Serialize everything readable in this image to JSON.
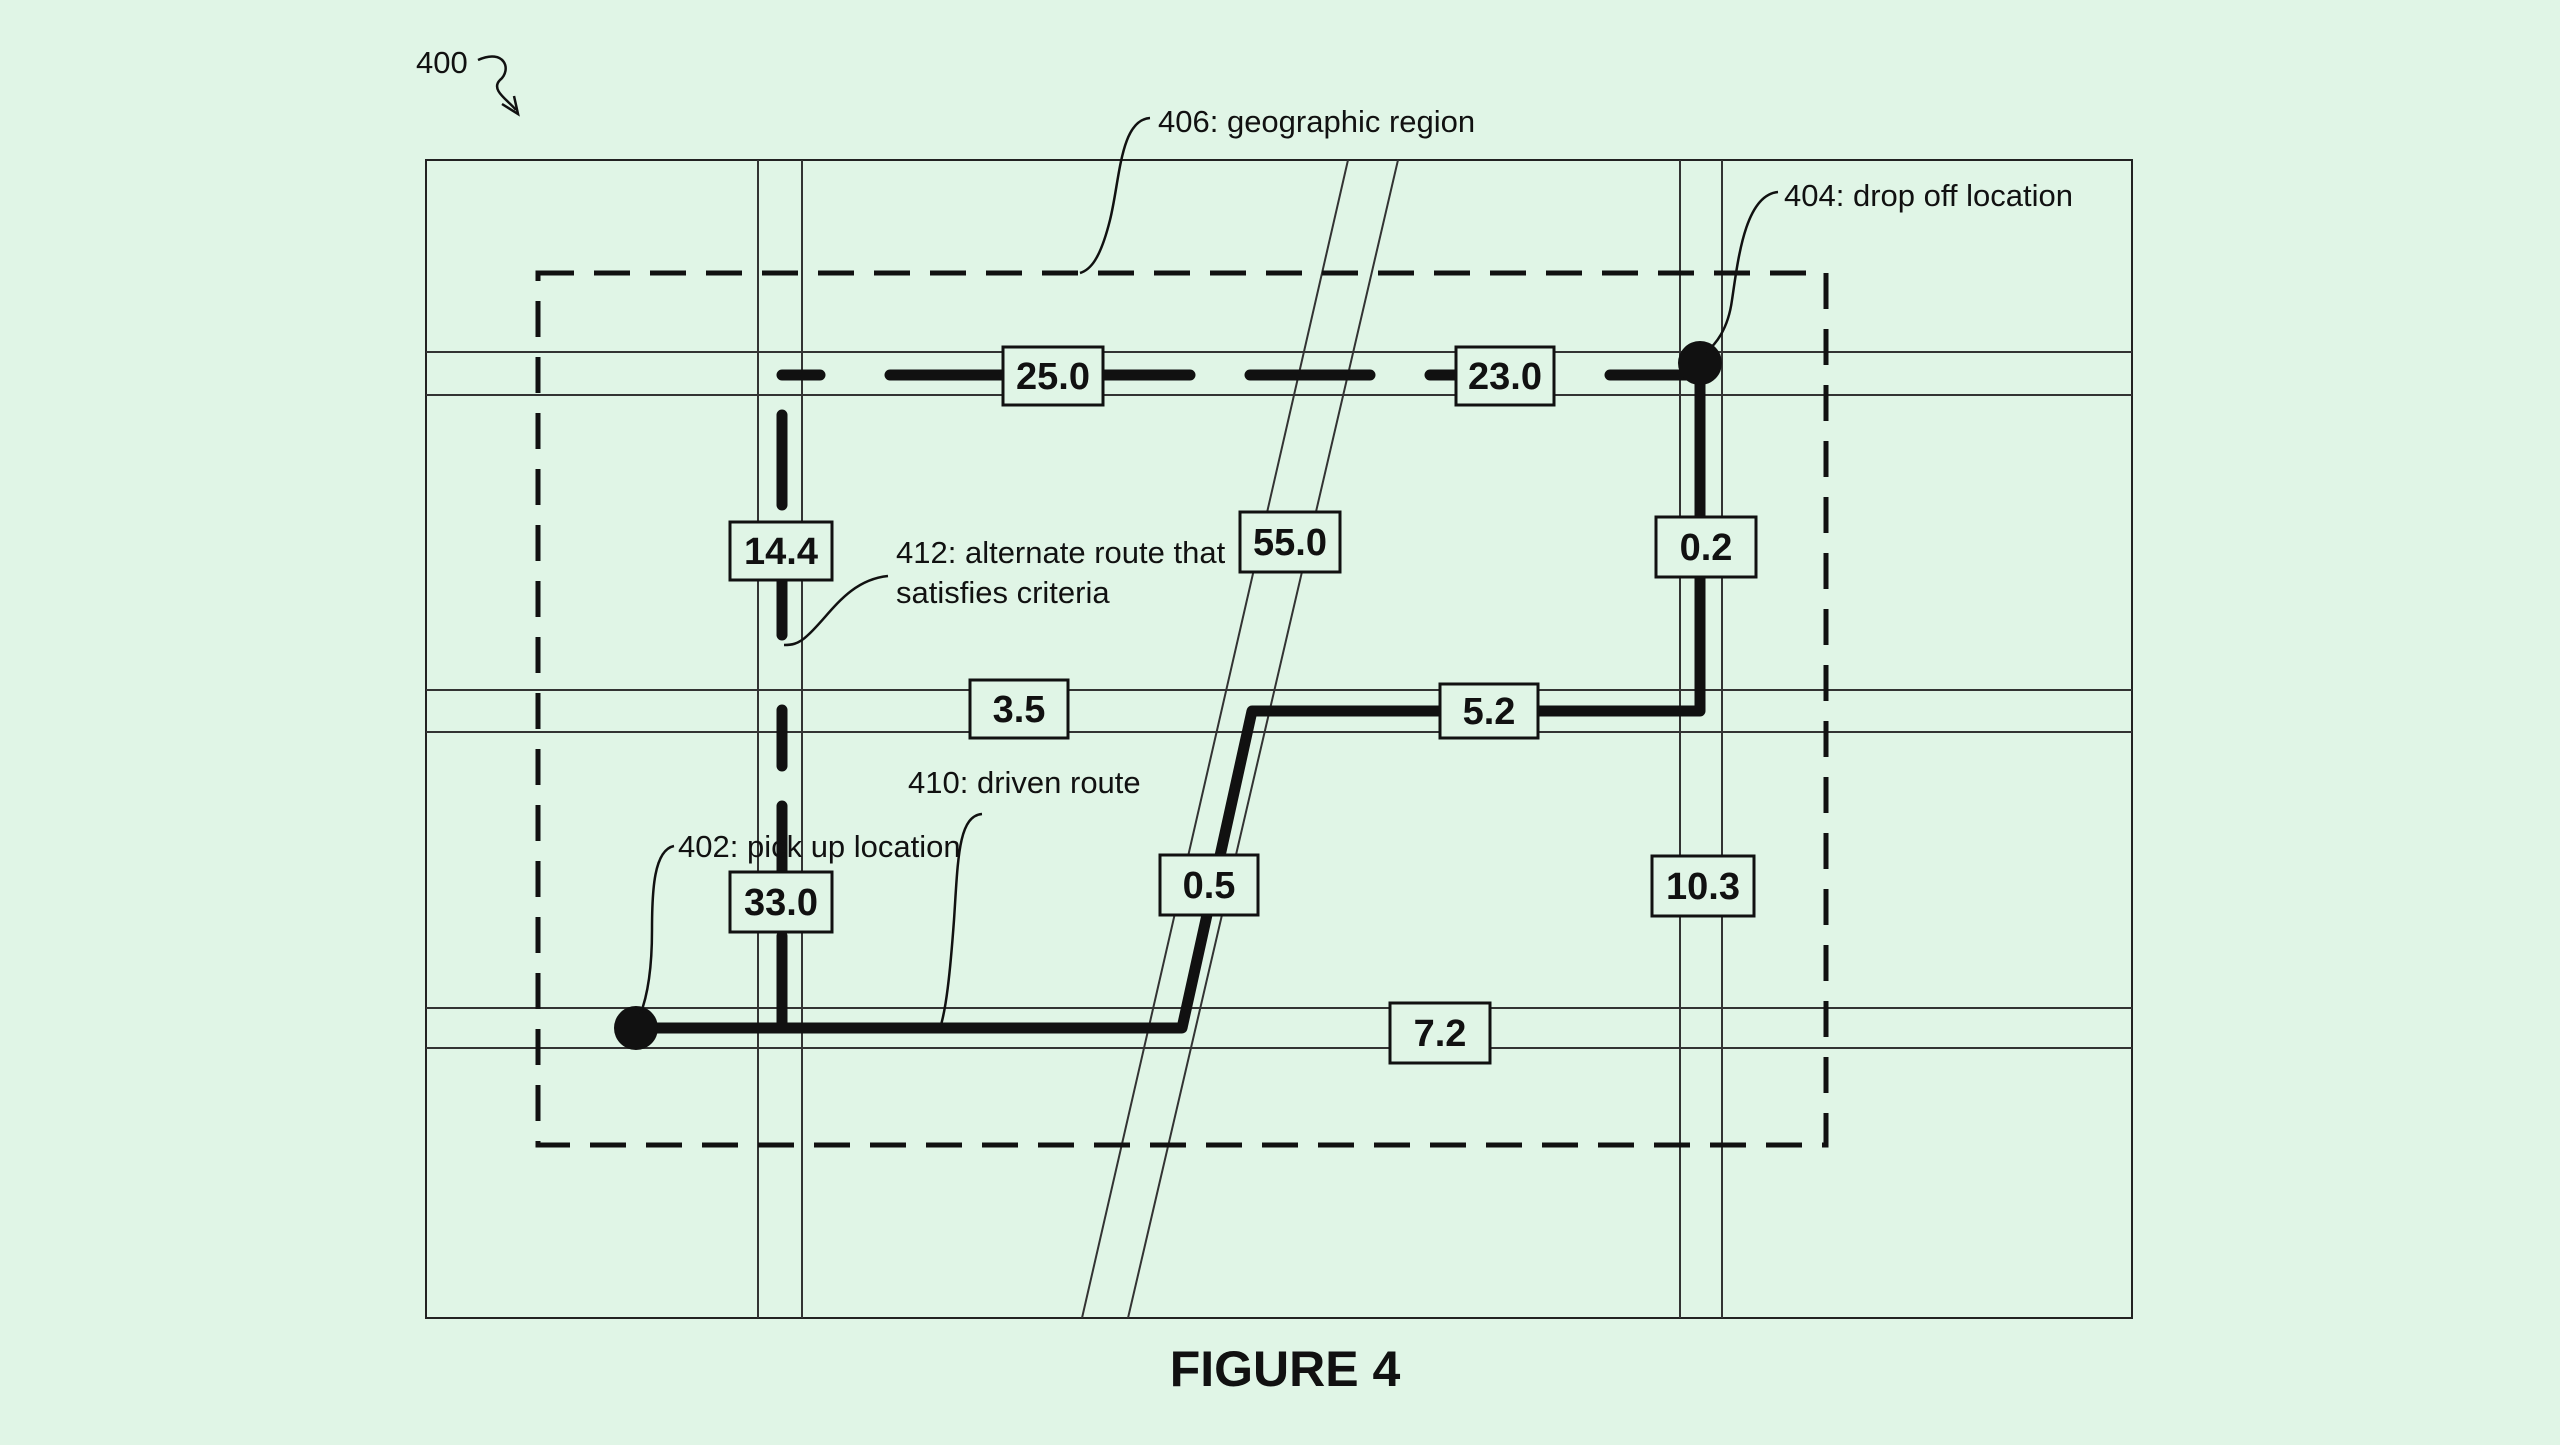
{
  "figure": {
    "number_label": "400",
    "caption": "FIGURE 4"
  },
  "callouts": {
    "region": "406: geographic region",
    "dropoff": "404: drop off location",
    "alternate_line1": "412: alternate route that",
    "alternate_line2": "satisfies criteria",
    "driven": "410: driven route",
    "pickup": "402: pick up location"
  },
  "segment_values": [
    "25.0",
    "23.0",
    "14.4",
    "55.0",
    "0.2",
    "3.5",
    "5.2",
    "33.0",
    "0.5",
    "10.3",
    "7.2"
  ]
}
